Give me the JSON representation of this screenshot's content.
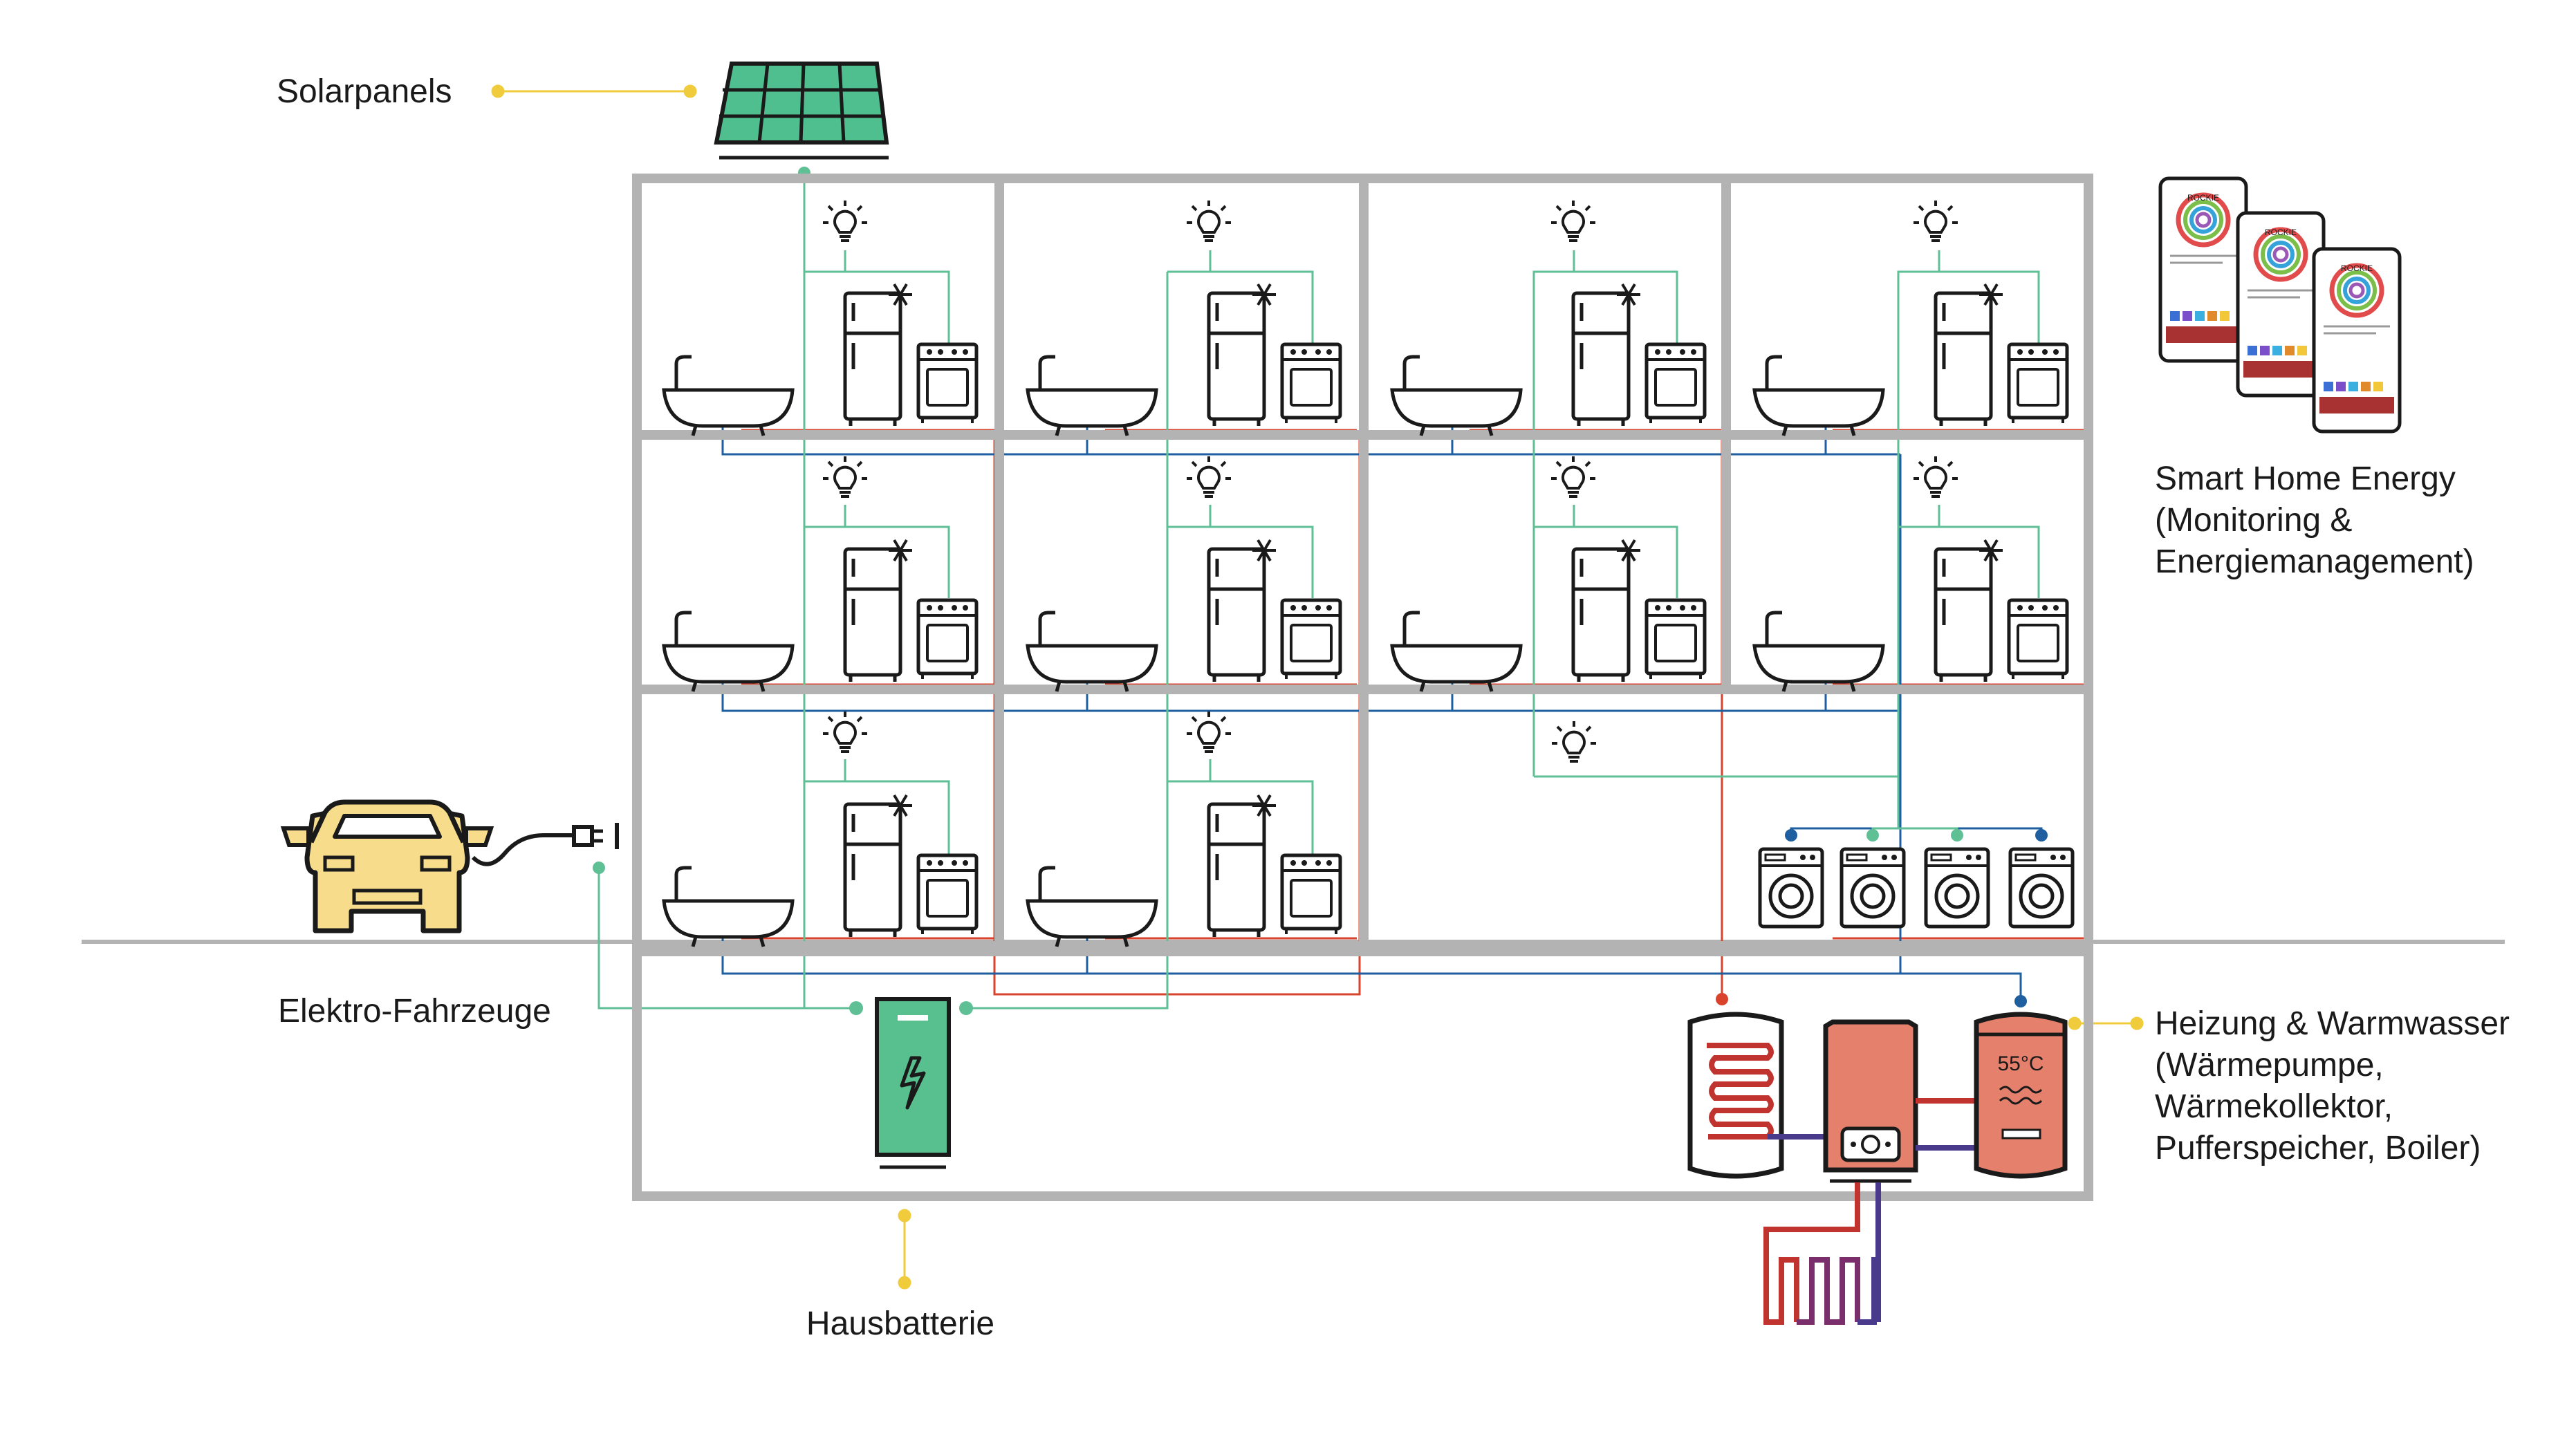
{
  "labels": {
    "solar": "Solarpanels",
    "smart_home": [
      "Smart Home Energy",
      "(Monitoring &",
      "Energiemanagement)"
    ],
    "ev": "Elektro-Fahrzeuge",
    "heating": [
      "Heizung & Warmwasser",
      "(Wärmepumpe,",
      "Wärmekollektor,",
      "Pufferspeicher, Boiler)"
    ],
    "battery": "Hausbatterie"
  },
  "boiler_temp": "55°C",
  "app_brand": "ROCKIE",
  "colors": {
    "wall": "#b3b3b3",
    "green_line": "#5fbf95",
    "red_line": "#d9432c",
    "blue_line": "#1f5fa0",
    "callout": "#f0cc3c",
    "car": "#f7dc8c",
    "solar": "#4fbf8f",
    "battery": "#58c08f",
    "heater": "#e4806b",
    "tank_red": "#c0332e",
    "tank_purple": "#4a3a8c"
  },
  "icons": [
    "solar-panel-icon",
    "car-icon",
    "plug-icon",
    "battery-icon",
    "lightbulb-icon",
    "fridge-icon",
    "snowflake-icon",
    "stove-icon",
    "bathtub-icon",
    "washing-machine-icon",
    "buffer-tank-icon",
    "heat-pump-icon",
    "boiler-icon",
    "underfloor-heating-icon",
    "smartphone-app-icon"
  ]
}
